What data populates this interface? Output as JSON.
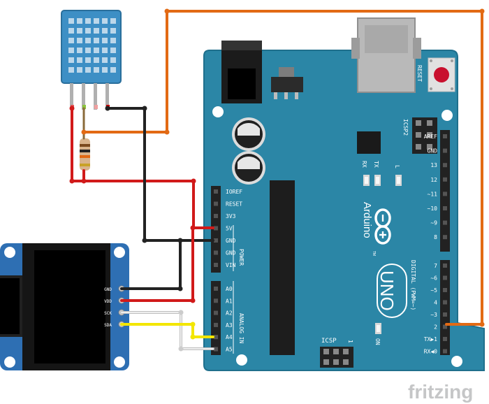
{
  "brand": {
    "name": "fritzing",
    "color": "#c5c6c7"
  },
  "colors": {
    "board": "#2b86a6",
    "board_dark": "#1f6f8c",
    "sensor": "#3d8fc5",
    "wire_red": "#d11a1a",
    "wire_black": "#222222",
    "wire_orange": "#e26a14",
    "wire_yellow": "#f3e600",
    "wire_white": "#dddddd"
  },
  "arduino": {
    "reset_label": "RESET",
    "icsp2_label": "ICSP2",
    "icsp_label": "ICSP",
    "icsp_pin_one": "1",
    "led_tx": "TX",
    "led_rx": "RX",
    "led_l": "L",
    "led_on": "ON",
    "brand_text": "Arduino",
    "model_text": "UNO",
    "tm": "TM",
    "digital_label": "DIGITAL (PWM=~)",
    "power_label": "POWER",
    "analog_label": "ANALOG IN",
    "power_pins": [
      "IOREF",
      "RESET",
      "3V3",
      "5V",
      "GND",
      "GND",
      "VIN"
    ],
    "analog_pins": [
      "A0",
      "A1",
      "A2",
      "A3",
      "A4",
      "A5"
    ],
    "digital_top_pins": [
      "AREF",
      "GND",
      "13",
      "12",
      "~11",
      "~10",
      "~9",
      "8"
    ],
    "digital_bottom_pins": [
      "7",
      "~6",
      "~5",
      "4",
      "~3",
      "2",
      "TX▶1",
      "RX◀0"
    ]
  },
  "oled": {
    "pin_labels": [
      "GND",
      "VDD",
      "SCK",
      "SDA"
    ]
  }
}
